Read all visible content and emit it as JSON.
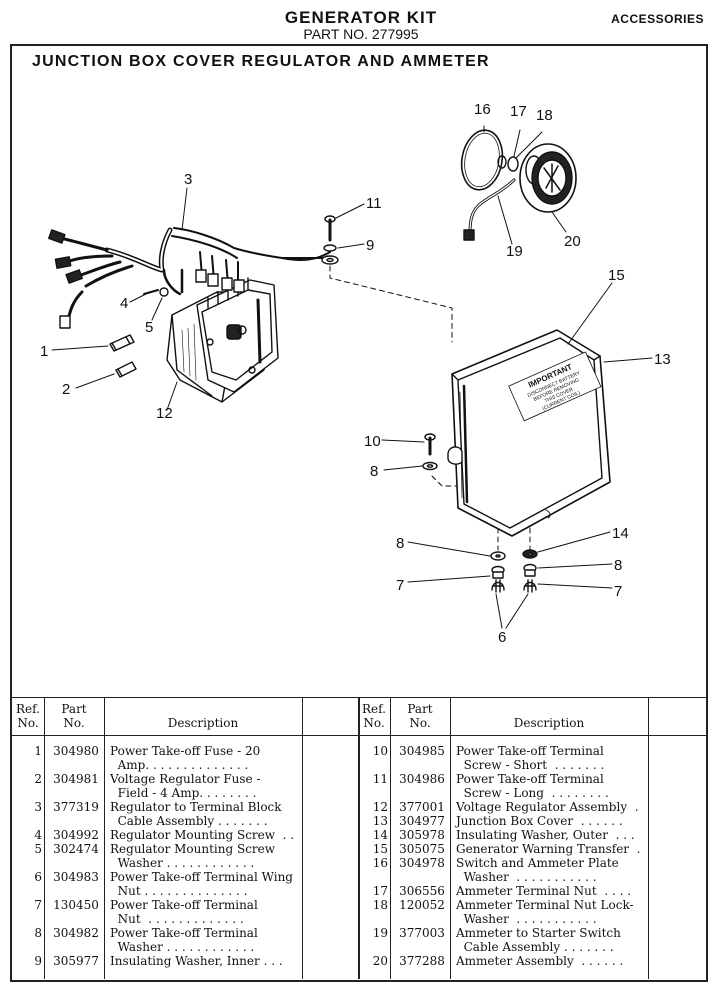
{
  "header": {
    "title": "GENERATOR KIT",
    "part_no": "PART NO. 277995",
    "section": "ACCESSORIES"
  },
  "figure": {
    "title": "JUNCTION BOX COVER REGULATOR AND AMMETER",
    "callouts": [
      "1",
      "2",
      "3",
      "4",
      "5",
      "6",
      "7",
      "7",
      "8",
      "8",
      "8",
      "9",
      "10",
      "11",
      "12",
      "13",
      "14",
      "15",
      "16",
      "17",
      "18",
      "19",
      "20"
    ],
    "label_text": [
      "IMPORTANT",
      "DISCONNECT BATTERY",
      "BEFORE REMOVING",
      "THIS COVER",
      "(CURRENT COIL)"
    ]
  },
  "table": {
    "headers": {
      "ref": "Ref.",
      "no": "No.",
      "part": "Part",
      "part_no": "No.",
      "description": "Description"
    },
    "left": [
      {
        "ref": "1",
        "part": "304980",
        "desc": [
          "Power Take-off Fuse - 20",
          "  Amp. . . . . . . . . . . . . ."
        ]
      },
      {
        "ref": "2",
        "part": "304981",
        "desc": [
          "Voltage Regulator Fuse -",
          "  Field - 4 Amp. . . . . . . ."
        ]
      },
      {
        "ref": "3",
        "part": "377319",
        "desc": [
          "Regulator to Terminal Block",
          "  Cable Assembly . . . . . . ."
        ]
      },
      {
        "ref": "4",
        "part": "304992",
        "desc": [
          "Regulator Mounting Screw  . ."
        ]
      },
      {
        "ref": "5",
        "part": "302474",
        "desc": [
          "Regulator Mounting Screw",
          "  Washer . . . . . . . . . . . ."
        ]
      },
      {
        "ref": "6",
        "part": "304983",
        "desc": [
          "Power Take-off Terminal Wing",
          "  Nut . . . . . . . . . . . . . ."
        ]
      },
      {
        "ref": "7",
        "part": "130450",
        "desc": [
          "Power Take-off Terminal",
          "  Nut  . . . . . . . . . . . . ."
        ]
      },
      {
        "ref": "8",
        "part": "304982",
        "desc": [
          "Power Take-off Terminal",
          "  Washer . . . . . . . . . . . ."
        ]
      },
      {
        "ref": "9",
        "part": "305977",
        "desc": [
          "Insulating Washer, Inner . . ."
        ]
      }
    ],
    "right": [
      {
        "ref": "10",
        "part": "304985",
        "desc": [
          "Power Take-off Terminal",
          "  Screw - Short  . . . . . . ."
        ]
      },
      {
        "ref": "11",
        "part": "304986",
        "desc": [
          "Power Take-off Terminal",
          "  Screw - Long  . . . . . . . ."
        ]
      },
      {
        "ref": "12",
        "part": "377001",
        "desc": [
          "Voltage Regulator Assembly  ."
        ]
      },
      {
        "ref": "13",
        "part": "304977",
        "desc": [
          "Junction Box Cover  . . . . . ."
        ]
      },
      {
        "ref": "14",
        "part": "305978",
        "desc": [
          "Insulating Washer, Outer  . . ."
        ]
      },
      {
        "ref": "15",
        "part": "305075",
        "desc": [
          "Generator Warning Transfer  ."
        ]
      },
      {
        "ref": "16",
        "part": "304978",
        "desc": [
          "Switch and Ammeter Plate",
          "  Washer  . . . . . . . . . . ."
        ]
      },
      {
        "ref": "17",
        "part": "306556",
        "desc": [
          "Ammeter Terminal Nut  . . . ."
        ]
      },
      {
        "ref": "18",
        "part": "120052",
        "desc": [
          "Ammeter Terminal Nut Lock-",
          "  Washer  . . . . . . . . . . ."
        ]
      },
      {
        "ref": "19",
        "part": "377003",
        "desc": [
          "Ammeter to Starter Switch",
          "  Cable Assembly . . . . . . ."
        ]
      },
      {
        "ref": "20",
        "part": "377288",
        "desc": [
          "Ammeter Assembly  . . . . . ."
        ]
      }
    ]
  }
}
